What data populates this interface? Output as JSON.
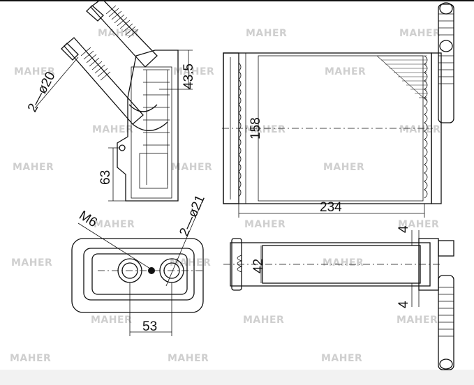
{
  "drawing": {
    "watermark_text": "MAHER",
    "dimensions": {
      "pipe_diameter": "2—ø20",
      "flange_height": "43.5",
      "core_height": "158",
      "mount_height": "63",
      "core_width": "234",
      "thread": "M6",
      "port_diameter": "2—ø21",
      "port_spacing": "53",
      "core_depth": "42",
      "tank_top": "4",
      "tank_bottom": "4"
    }
  },
  "colors": {
    "line": "#111111",
    "watermark": "#cfcfcf",
    "background": "#ffffff"
  }
}
